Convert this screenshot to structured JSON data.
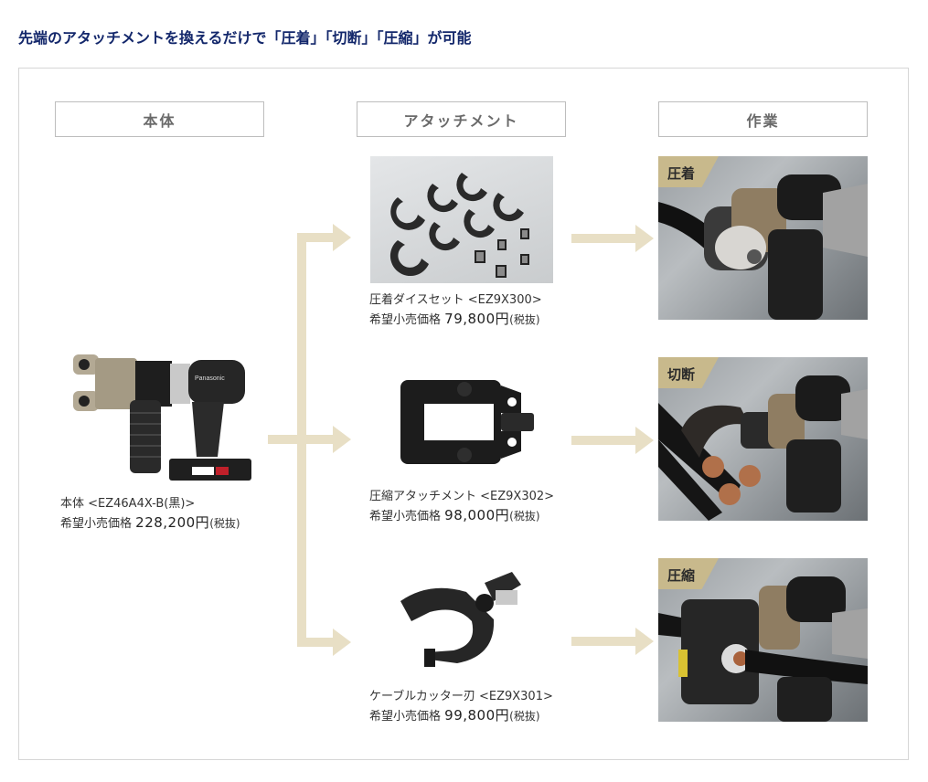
{
  "heading": "先端のアタッチメントを換えるだけで「圧着」「切断」「圧縮」が可能",
  "columns": {
    "body": "本体",
    "attachment": "アタッチメント",
    "work": "作業"
  },
  "body_product": {
    "name": "本体 <EZ46A4X-B(黒)>",
    "price_label": "希望小売価格",
    "price": "228,200円",
    "tax_note": "(税抜)",
    "image": "cordless-hydraulic-tool-image"
  },
  "attachments": [
    {
      "name": "圧着ダイスセット <EZ9X300>",
      "price_label": "希望小売価格",
      "price": "79,800円",
      "tax_note": "(税抜)",
      "image": "crimp-die-set-image"
    },
    {
      "name": "圧縮アタッチメント <EZ9X302>",
      "price_label": "希望小売価格",
      "price": "98,000円",
      "tax_note": "(税抜)",
      "image": "compression-attachment-image"
    },
    {
      "name": "ケーブルカッター刃 <EZ9X301>",
      "price_label": "希望小売価格",
      "price": "99,800円",
      "tax_note": "(税抜)",
      "image": "cable-cutter-blade-image"
    }
  ],
  "work": [
    {
      "label": "圧着",
      "image": "crimping-work-photo"
    },
    {
      "label": "切断",
      "image": "cutting-work-photo"
    },
    {
      "label": "圧縮",
      "image": "compression-work-photo"
    }
  ],
  "colors": {
    "heading": "#13276b",
    "arrow": "#e8dfc5",
    "label_badge": "#c8b98c",
    "header_text": "#6a6a6a",
    "border": "#bdbdbd"
  }
}
